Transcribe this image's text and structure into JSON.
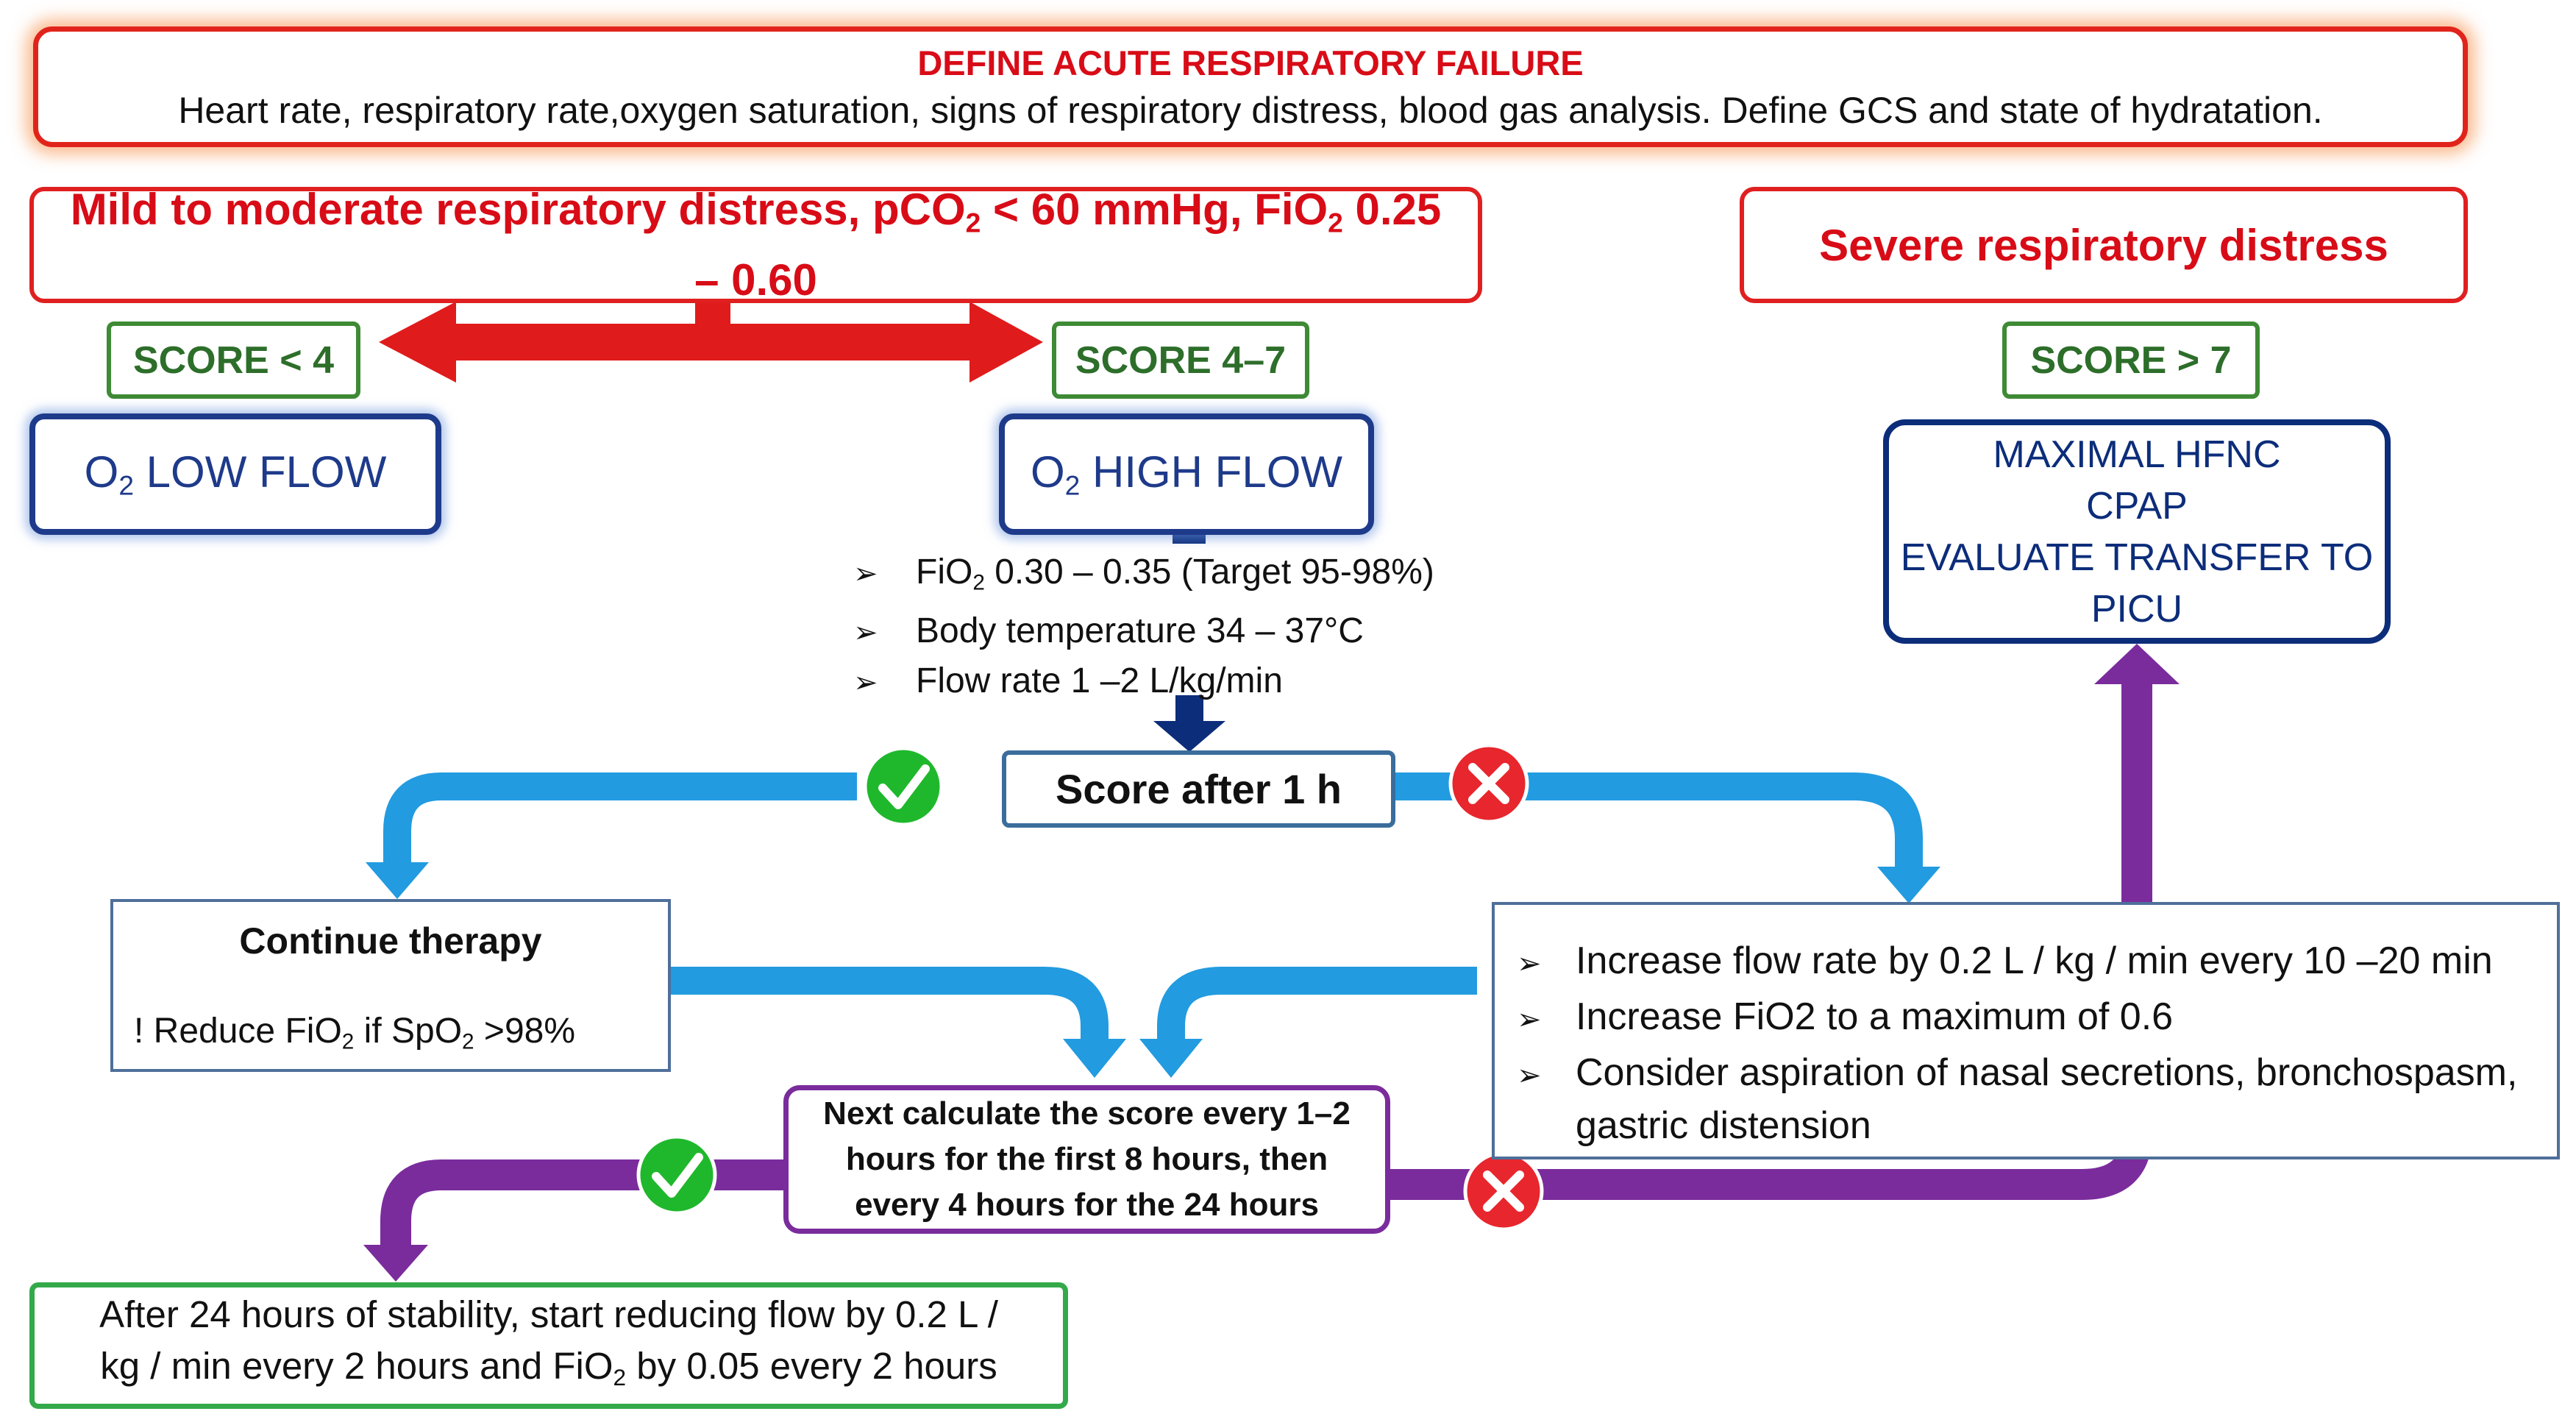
{
  "definition": {
    "title": "DEFINE ACUTE RESPIRATORY FAILURE",
    "text": "Heart rate, respiratory rate,oxygen saturation, signs of respiratory distress, blood gas analysis. Define GCS and state of hydratation."
  },
  "mild": {
    "text_a": "Mild to moderate respiratory distress, pCO",
    "sub_a": "2",
    "text_b": " < 60 mmHg, FiO",
    "sub_b": "2",
    "text_c": " 0.25 – 0.60"
  },
  "severe": {
    "label": "Severe respiratory distress"
  },
  "scores": {
    "low": "SCORE < 4",
    "mid": "SCORE  4–7",
    "high": "SCORE  > 7"
  },
  "o2_low": {
    "prefix": "O",
    "sub": "2",
    "rest": " LOW FLOW"
  },
  "o2_high": {
    "prefix": "O",
    "sub": "2",
    "rest": " HIGH FLOW"
  },
  "maximal": {
    "lines": [
      "MAXIMAL HFNC",
      "CPAP",
      "EVALUATE TRANSFER TO",
      "PICU"
    ]
  },
  "high_flow_settings": {
    "bullet": "➢",
    "fio2_prefix": "FiO",
    "fio2_sub": "2",
    "fio2_rest": " 0.30 – 0.35 (Target 95-98%)",
    "temperature": "Body temperature 34 – 37°C",
    "flow": "Flow rate 1 –2 L/kg/min"
  },
  "score_after": "Score after 1 h",
  "continue_therapy": {
    "title": "Continue therapy",
    "note_a": "! Reduce FiO",
    "note_sub_a": "2",
    "note_b": " if SpO",
    "note_sub_b": "2",
    "note_c": " >98%"
  },
  "increase": {
    "items": [
      "Increase flow rate by 0.2 L / kg / min every 10 –20 min",
      "Increase FiO2 to a maximum of 0.6",
      "Consider aspiration of nasal secretions, bronchospasm, gastric distension"
    ]
  },
  "next_calc": {
    "lines": [
      "Next calculate the score every 1–2",
      "hours for the first 8 hours, then",
      "every 4 hours for the 24 hours"
    ]
  },
  "stability": {
    "line1": "After 24 hours of stability, start reducing flow by 0.2 L /",
    "line2_a": "kg / min every 2 hours and FiO",
    "line2_sub": "2",
    "line2_b": " by 0.05 every 2 hours"
  },
  "colors": {
    "red": "#e01b1b",
    "blue_arrow": "#229be0",
    "purple_arrow": "#7a2c9c",
    "navy": "#0c2d7a",
    "green_check": "#1fb82c",
    "red_cross": "#e8262d"
  }
}
